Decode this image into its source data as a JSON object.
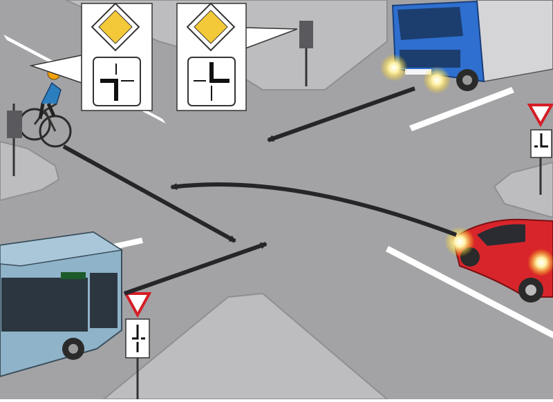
{
  "scene": {
    "colors": {
      "road": "#a3a3a6",
      "sidewalk": "#bdbdc0",
      "curb": "#8f8f93",
      "lane": "#ffffff",
      "arrow": "#26262a",
      "truck_cab": "#2e6fd0",
      "car": "#d8252b",
      "bus": "#8fb3c9",
      "sign_priority": "#f3c93a",
      "sign_yield_border": "#d51d26"
    },
    "callouts": [
      {
        "name": "priority-road-sign-left",
        "icon": "priority-road-icon",
        "plate": "road-layout-plate-left"
      },
      {
        "name": "priority-road-sign-right",
        "icon": "priority-road-icon",
        "plate": "road-layout-plate-right"
      }
    ],
    "vehicles": [
      "truck",
      "car",
      "bus",
      "cyclist"
    ],
    "yield_signs": [
      "yield-sign-right",
      "yield-sign-bottom"
    ]
  }
}
